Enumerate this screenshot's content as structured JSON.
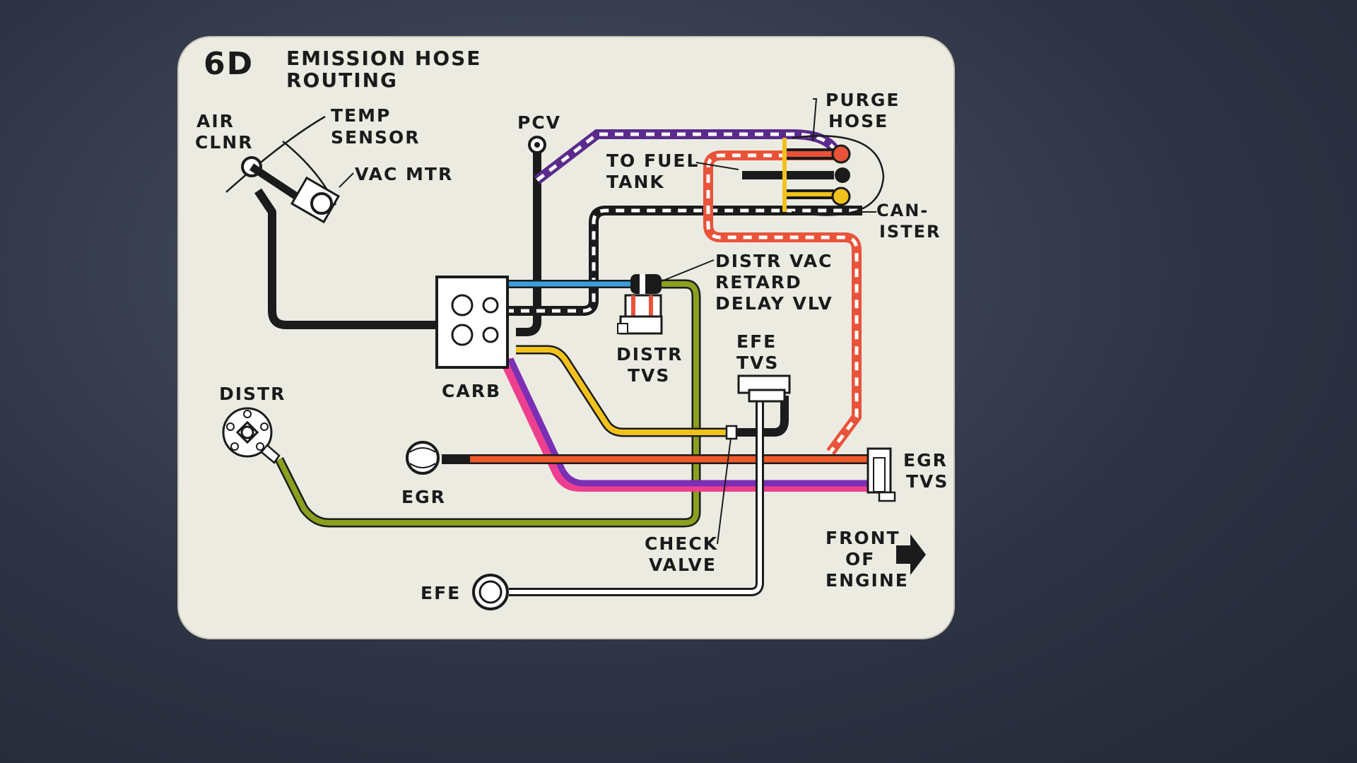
{
  "diagram": {
    "code": "6D",
    "title_line1": "EMISSION HOSE",
    "title_line2": "ROUTING",
    "labels": {
      "air_clnr_1": "AIR",
      "air_clnr_2": "CLNR",
      "temp_sensor_1": "TEMP",
      "temp_sensor_2": "SENSOR",
      "vac_mtr": "VAC MTR",
      "pcv": "PCV",
      "to_fuel_tank_1": "TO FUEL",
      "to_fuel_tank_2": "TANK",
      "purge_hose_1": "PURGE",
      "purge_hose_2": "HOSE",
      "canister_1": "CAN-",
      "canister_2": "ISTER",
      "distr_vac_1": "DISTR VAC",
      "distr_vac_2": "RETARD",
      "distr_vac_3": "DELAY VLV",
      "carb": "CARB",
      "distr_tvs_1": "DISTR",
      "distr_tvs_2": "TVS",
      "efe_tvs_1": "EFE",
      "efe_tvs_2": "TVS",
      "distr": "DISTR",
      "egr": "EGR",
      "egr_tvs_1": "EGR",
      "egr_tvs_2": "TVS",
      "check_valve_1": "CHECK",
      "check_valve_2": "VALVE",
      "efe": "EFE",
      "front_1": "FRONT",
      "front_2": "OF",
      "front_3": "ENGINE"
    },
    "colors": {
      "card": "#ecebe2",
      "black_hose": "#1b1b1b",
      "blue_hose": "#3a9fe0",
      "yellow_hose": "#f2c21c",
      "green_hose": "#8aa01e",
      "orange_hose": "#ee5a2a",
      "purple_hose": "#7a2fb5",
      "pink_hose": "#ee3f8e",
      "red_dash": "#e8533a",
      "purple_dash": "#8a55c8"
    }
  }
}
